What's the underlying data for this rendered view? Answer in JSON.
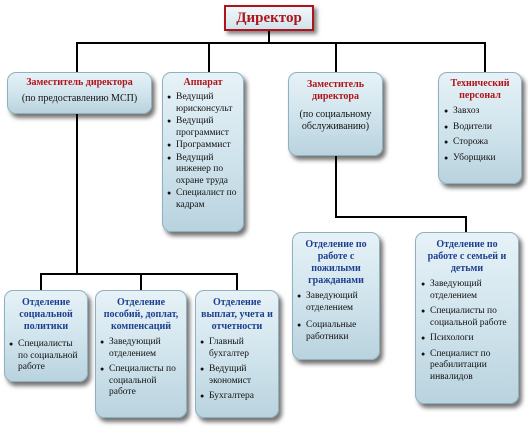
{
  "director": "Директор",
  "deputy_msp": {
    "title": "Заместитель директора",
    "subtitle": "(по предоставлению МСП)"
  },
  "apparatus": {
    "title": "Аппарат",
    "items": [
      "Ведущий юрисконсульт",
      "Ведущий программист",
      "Программист",
      "Ведущий инженер по охране труда",
      "Специалист по кадрам"
    ]
  },
  "deputy_social": {
    "title": "Заместитель директора",
    "subtitle": "(по социальному обслуживанию)"
  },
  "tech_staff": {
    "title": "Технический персонал",
    "items": [
      "Завхоз",
      "Водители",
      "Сторожа",
      "Уборщики"
    ]
  },
  "dept_elderly": {
    "title": "Отделение по работе с пожилыми гражданами",
    "items": [
      "Заведующий отделением",
      "Социальные работники"
    ]
  },
  "dept_family": {
    "title": "Отделение по работе с семьей и детьми",
    "items": [
      "Заведующий отделением",
      "Специалисты по социальной работе",
      "Психологи",
      "Специалист по реабилитации инвалидов"
    ]
  },
  "dept_policy": {
    "title": "Отделение социальной политики",
    "items": [
      "Специалисты по социальной работе"
    ]
  },
  "dept_benefits": {
    "title": "Отделение пособий, доплат, компенсаций",
    "items": [
      "Заведующий отделением",
      "Специалисты по социальной работе"
    ]
  },
  "dept_payments": {
    "title": "Отделение выплат, учета и отчетности",
    "items": [
      "Главный бухгалтер",
      "Ведущий экономист",
      "Бухгалтера"
    ]
  }
}
